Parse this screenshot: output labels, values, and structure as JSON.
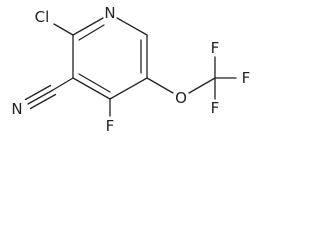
{
  "molecule": {
    "atoms": {
      "n_ring": "N",
      "cl": "Cl",
      "n_nitrile": "N",
      "f_ring": "F",
      "o": "O",
      "f1": "F",
      "f2": "F",
      "f3": "F"
    }
  },
  "colors": {
    "bond": "#222222",
    "text": "#222222",
    "background": "#ffffff"
  }
}
